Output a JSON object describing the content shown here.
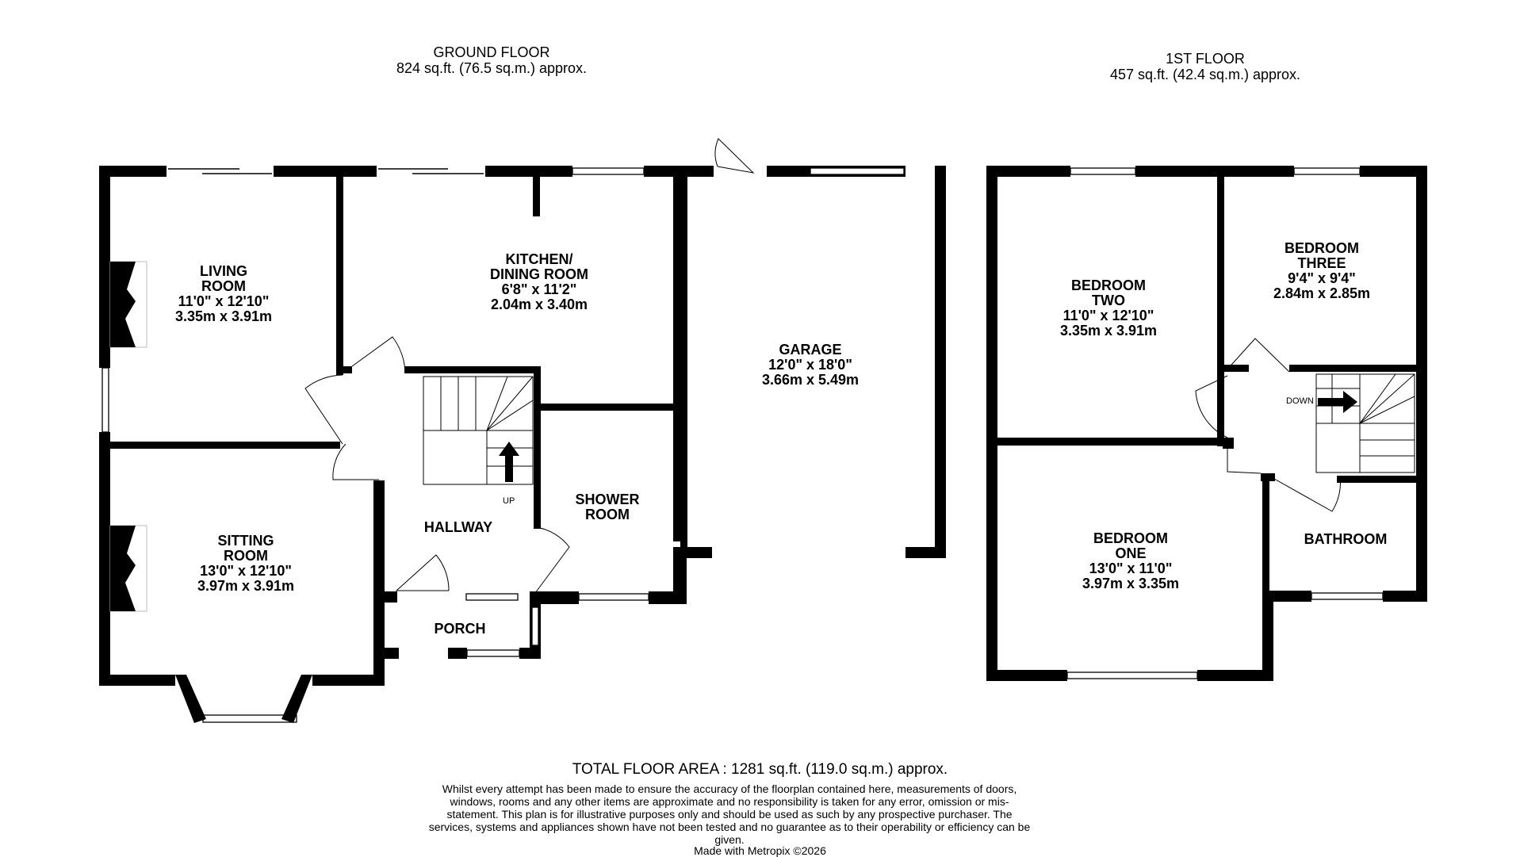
{
  "ground_floor": {
    "title": "GROUND FLOOR",
    "area": "824 sq.ft. (76.5 sq.m.) approx.",
    "rooms": {
      "living": {
        "name1": "LIVING",
        "name2": "ROOM",
        "imperial": "11'0\"  x 12'10\"",
        "metric": "3.35m  x 3.91m"
      },
      "kitchen": {
        "name1": "KITCHEN/",
        "name2": "DINING ROOM",
        "imperial": "6'8\"  x 11'2\"",
        "metric": "2.04m  x 3.40m"
      },
      "garage": {
        "name": "GARAGE",
        "imperial": "12'0\"  x 18'0\"",
        "metric": "3.66m  x 5.49m"
      },
      "sitting": {
        "name1": "SITTING",
        "name2": "ROOM",
        "imperial": "13'0\"  x 12'10\"",
        "metric": "3.97m  x 3.91m"
      },
      "hallway": {
        "name": "HALLWAY"
      },
      "shower": {
        "name1": "SHOWER",
        "name2": "ROOM"
      },
      "porch": {
        "name": "PORCH"
      }
    },
    "stairs_label": "UP"
  },
  "first_floor": {
    "title": "1ST FLOOR",
    "area": "457 sq.ft. (42.4 sq.m.) approx.",
    "rooms": {
      "bedroom_two": {
        "name1": "BEDROOM",
        "name2": "TWO",
        "imperial": "11'0\"  x 12'10\"",
        "metric": "3.35m  x 3.91m"
      },
      "bedroom_three": {
        "name1": "BEDROOM",
        "name2": "THREE",
        "imperial": "9'4\"  x 9'4\"",
        "metric": "2.84m  x 2.85m"
      },
      "bedroom_one": {
        "name1": "BEDROOM",
        "name2": "ONE",
        "imperial": "13'0\"  x 11'0\"",
        "metric": "3.97m  x 3.35m"
      },
      "bathroom": {
        "name": "BATHROOM"
      }
    },
    "stairs_label": "DOWN"
  },
  "total_area": "TOTAL FLOOR AREA : 1281 sq.ft. (119.0 sq.m.) approx.",
  "disclaimer": "Whilst every attempt has been made to ensure the accuracy of the floorplan contained here, measurements of doors, windows, rooms and any other items are approximate and no responsibility is taken for any error, omission or mis-statement. This plan is for illustrative purposes only and should be used as such by any prospective purchaser. The services, systems and appliances shown have not been tested and no guarantee as to their operability or efficiency can be given.",
  "credit": "Made with Metropix ©2026"
}
